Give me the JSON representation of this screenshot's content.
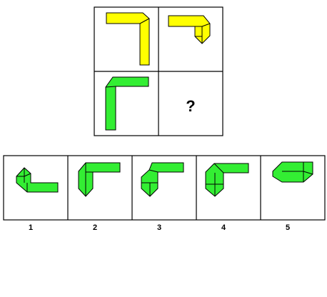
{
  "puzzle": {
    "missing_mark": "?",
    "colors": {
      "yellow": "#ffff00",
      "green": "#33ee33",
      "stroke": "#000000"
    }
  },
  "answers": {
    "options": [
      {
        "label": "1"
      },
      {
        "label": "2"
      },
      {
        "label": "3"
      },
      {
        "label": "4"
      },
      {
        "label": "5"
      }
    ]
  }
}
